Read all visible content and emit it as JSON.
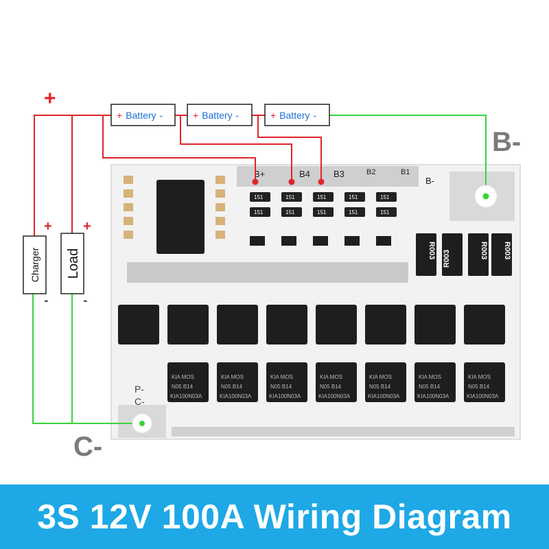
{
  "diagram": {
    "title": "3S 12V 100A Wiring Diagram",
    "battery_plus": "+",
    "battery_label": "Battery",
    "battery_minus": "-",
    "main_plus": "+",
    "b_minus_label": "B-",
    "c_minus_label": "C-",
    "charger_label": "Charger",
    "load_label": "Load",
    "charger_plus": "+",
    "charger_minus": "-",
    "load_plus": "+",
    "load_minus": "-",
    "pad_labels": {
      "b_plus": "B+",
      "b4": "B4",
      "b3": "B3",
      "b2": "B2",
      "b1": "B1",
      "b_minus": "B-",
      "p_minus": "P-",
      "c_minus": "C-"
    },
    "resistor_marking": "151",
    "shunt_marking": "R003",
    "mosfet_marking": {
      "line1": "KIA MOS",
      "line2": "N05 B14",
      "line3": "KIA100N03A"
    }
  },
  "colors": {
    "footer": "#1ea8e6",
    "wire_positive": "#e0242a",
    "wire_negative": "#3ad43a",
    "board": "#f2f2f2",
    "label_gray": "#7a7a7a",
    "battery_text": "#1a6fd6"
  }
}
